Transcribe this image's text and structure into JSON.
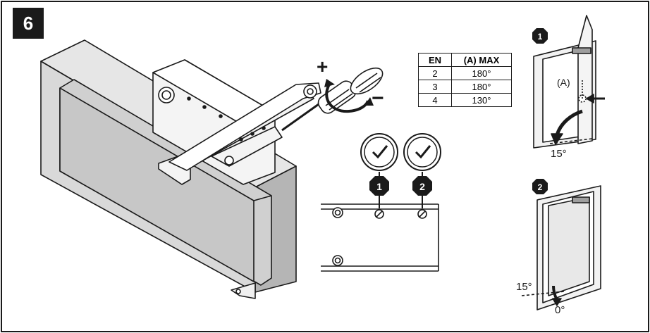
{
  "step": {
    "number": "6"
  },
  "table": {
    "headers": [
      "EN",
      "(A) MAX"
    ],
    "rows": [
      [
        "2",
        "180°"
      ],
      [
        "3",
        "180°"
      ],
      [
        "4",
        "130°"
      ]
    ]
  },
  "adjust": {
    "plus": "+",
    "minus": "−"
  },
  "valves": [
    {
      "number": "1"
    },
    {
      "number": "2"
    }
  ],
  "panel1": {
    "number": "1",
    "angle_label": "(A)",
    "angle_value": "15°"
  },
  "panel2": {
    "number": "2",
    "angle_start": "15°",
    "angle_end": "0°"
  },
  "colors": {
    "ink": "#1a1a1a",
    "wall": "#d9d9d9",
    "wall_dark": "#b5b5b5",
    "metal": "#f0f0f0"
  },
  "icons": [
    "clock-icon",
    "screwdriver-icon",
    "rotate-arrow-icon",
    "door-closer-icon"
  ]
}
